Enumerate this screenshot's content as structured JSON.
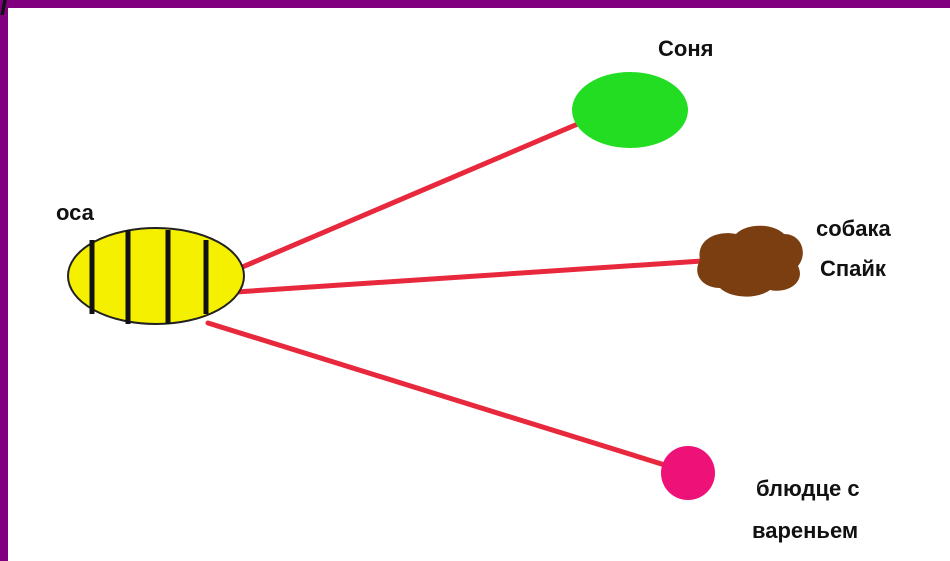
{
  "diagram": {
    "center": {
      "label": "оса",
      "color": "#f5f000",
      "stripe_color": "#111111"
    },
    "nodes": [
      {
        "id": "sonya",
        "lines": [
          "Соня"
        ],
        "color": "#22dd22",
        "shape": "ellipse"
      },
      {
        "id": "dog",
        "lines": [
          "собака",
          "Спайк"
        ],
        "color": "#7a3e10",
        "shape": "blob"
      },
      {
        "id": "saucer",
        "lines": [
          "блюдце с",
          "вареньем"
        ],
        "color": "#ee1177",
        "shape": "circle"
      }
    ],
    "connector_color": "#e8283c"
  },
  "header": {
    "fragment": "I"
  }
}
